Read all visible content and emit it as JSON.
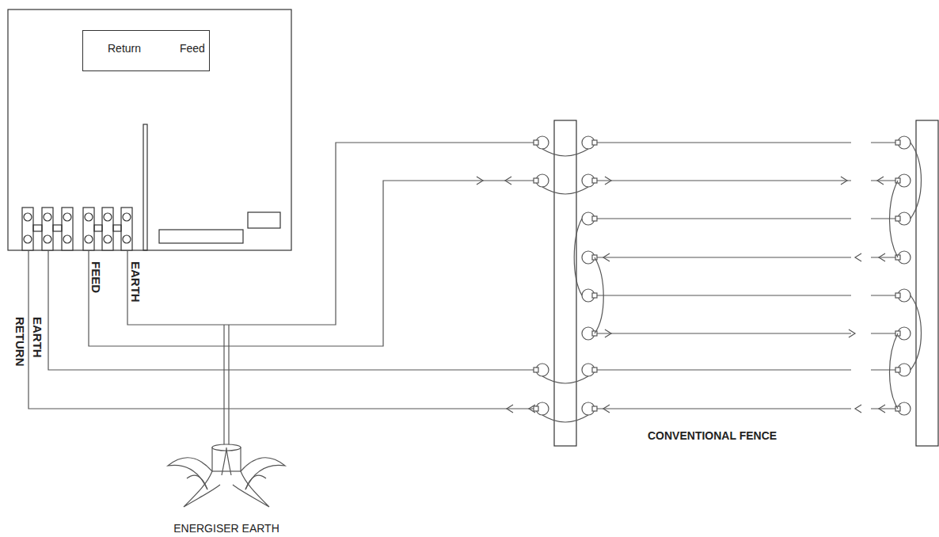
{
  "diagram": {
    "nodes": [
      {
        "text": [
          "Return",
          "Feed"
        ]
      }
    ],
    "labels": [
      "FEED",
      "EARTH",
      "EARTH",
      "RETURN",
      "ENERGISER EARTH",
      "CONVENTIONAL FENCE"
    ]
  }
}
